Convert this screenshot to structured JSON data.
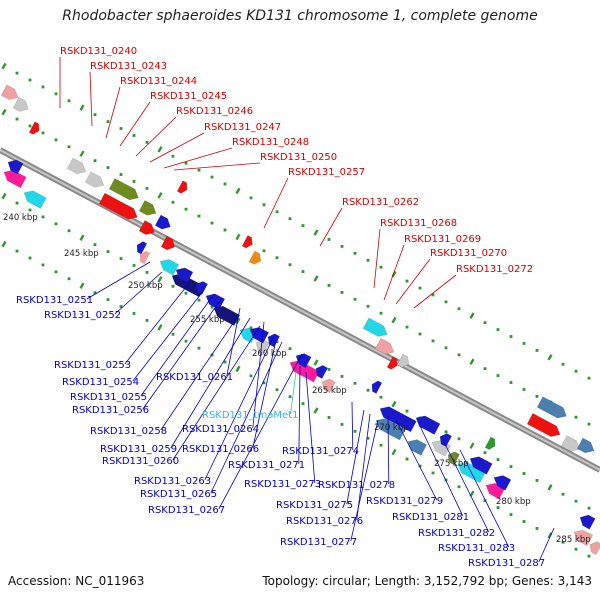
{
  "title": "Rhodobacter sphaeroides KD131 chromosome 1, complete genome",
  "footer": {
    "accession": "Accession: NC_011963",
    "stats": "Topology: circular; Length: 3,152,792 bp; Genes: 3,143"
  },
  "colors": {
    "forward_label": "#d40000",
    "reverse_label": "#0000c8",
    "rna_label": "#33bbdd",
    "backbone": "#8a8a8a",
    "tick_dots": "#2a9a2a",
    "red_gene": "#ee1111",
    "pink_gene": "#f0a0a0",
    "grey_gene": "#c8c8c8",
    "olive_gene": "#6f8a1f",
    "blue_gene": "#1a1acc",
    "cyan_gene": "#22d8e8",
    "magenta_gene": "#ff1a9a",
    "steelblue_gene": "#4a7fb0",
    "navy_gene": "#14147a",
    "orange_gene": "#f08a10"
  },
  "scale_labels": [
    "240 kbp",
    "245 kbp",
    "250 kbp",
    "255 kbp",
    "260 kbp",
    "265 kbp",
    "270 kbp",
    "275 kbp",
    "280 kbp",
    "285 kbp"
  ],
  "forward_genes": [
    "RSKD131_0240",
    "RSKD131_0243",
    "RSKD131_0244",
    "RSKD131_0245",
    "RSKD131_0246",
    "RSKD131_0247",
    "RSKD131_0248",
    "RSKD131_0250",
    "RSKD131_0257",
    "RSKD131_0262",
    "RSKD131_0268",
    "RSKD131_0269",
    "RSKD131_0270",
    "RSKD131_0272"
  ],
  "reverse_genes": [
    "RSKD131_0251",
    "RSKD131_0252",
    "RSKD131_0253",
    "RSKD131_0254",
    "RSKD131_0255",
    "RSKD131_0256",
    "RSKD131_0261",
    "RSKD131_0258",
    "RSKD131_tmaMet1",
    "RSKD131_0264",
    "RSKD131_0259",
    "RSKD131_0266",
    "RSKD131_0260",
    "RSKD131_0274",
    "RSKD131_0271",
    "RSKD131_0263",
    "RSKD131_0273",
    "RSKD131_0265",
    "RSKD131_0278",
    "RSKD131_0279",
    "RSKD131_0275",
    "RSKD131_0267",
    "RSKD131_0276",
    "RSKD131_0281",
    "RSKD131_0282",
    "RSKD131_0277",
    "RSKD131_0283",
    "RSKD131_0287"
  ]
}
